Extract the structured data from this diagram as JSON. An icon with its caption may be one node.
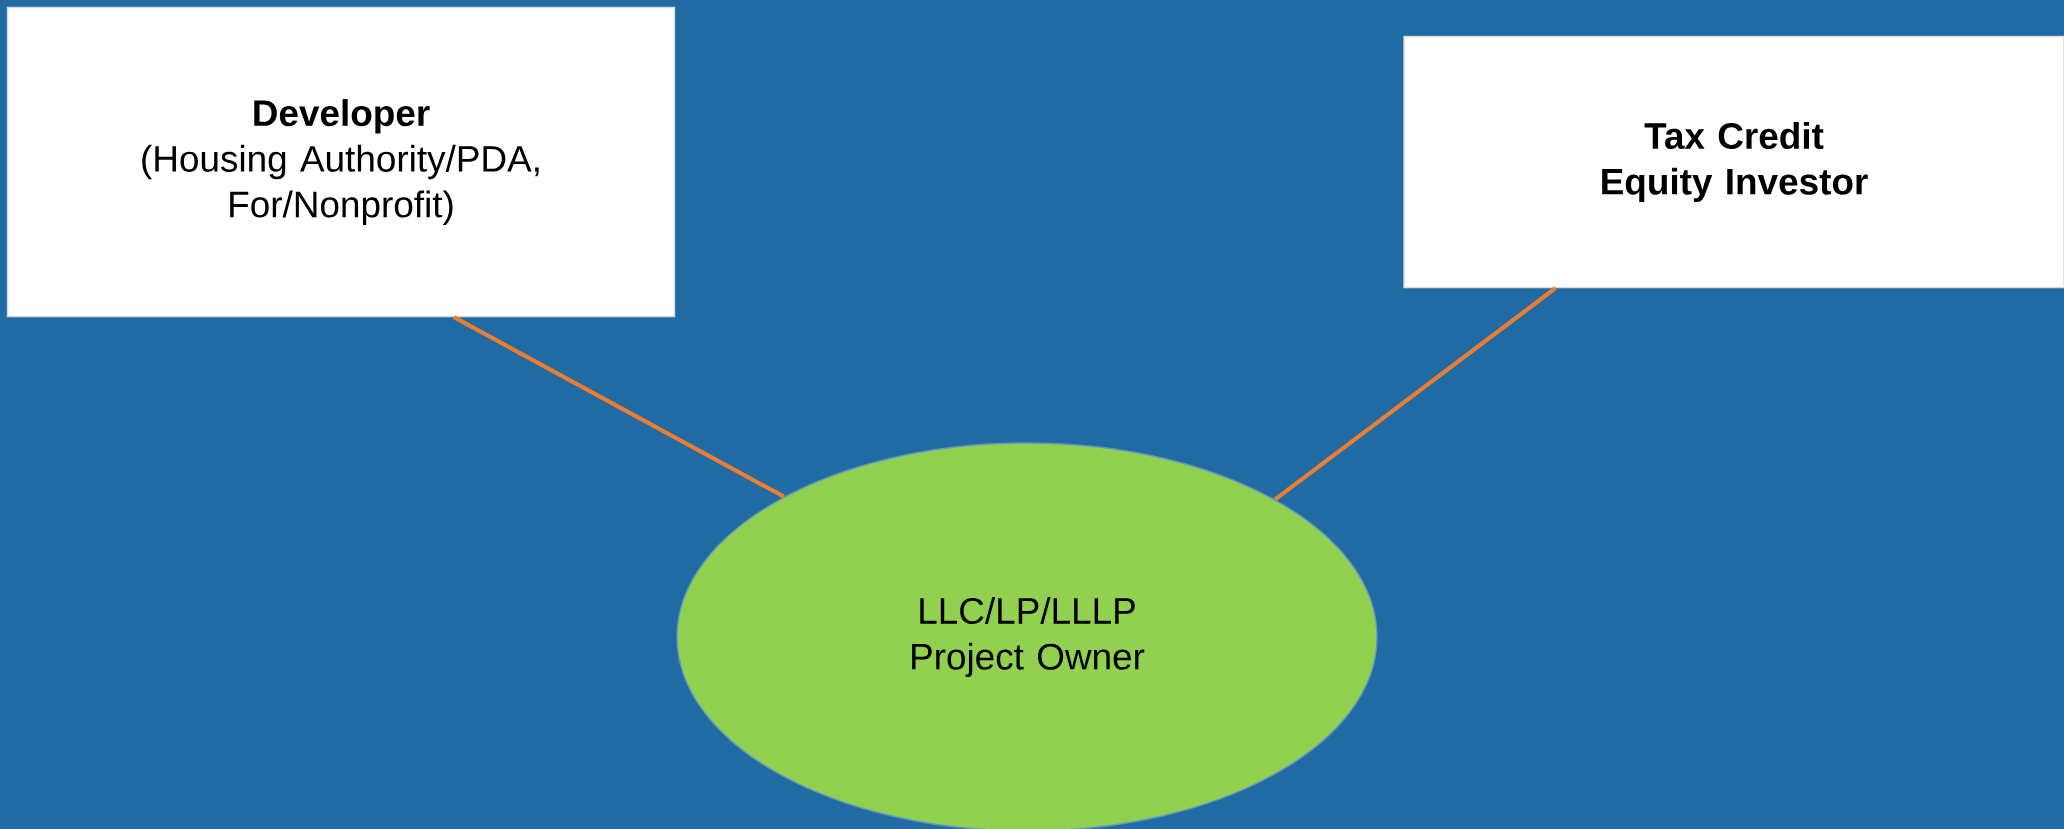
{
  "diagram": {
    "nodes": [
      {
        "text": [
          "Developer",
          "(Housing Authority/PDA, For/Nonprofit)"
        ]
      },
      {
        "text": [
          "Tax Credit Equity Investor"
        ]
      },
      {
        "text": [
          "LLC/LP/LLLP Project Owner"
        ]
      }
    ],
    "edges": [
      {
        "from": 0,
        "to": 2,
        "arrow": "none"
      },
      {
        "from": 1,
        "to": 2,
        "arrow": "none"
      }
    ]
  }
}
